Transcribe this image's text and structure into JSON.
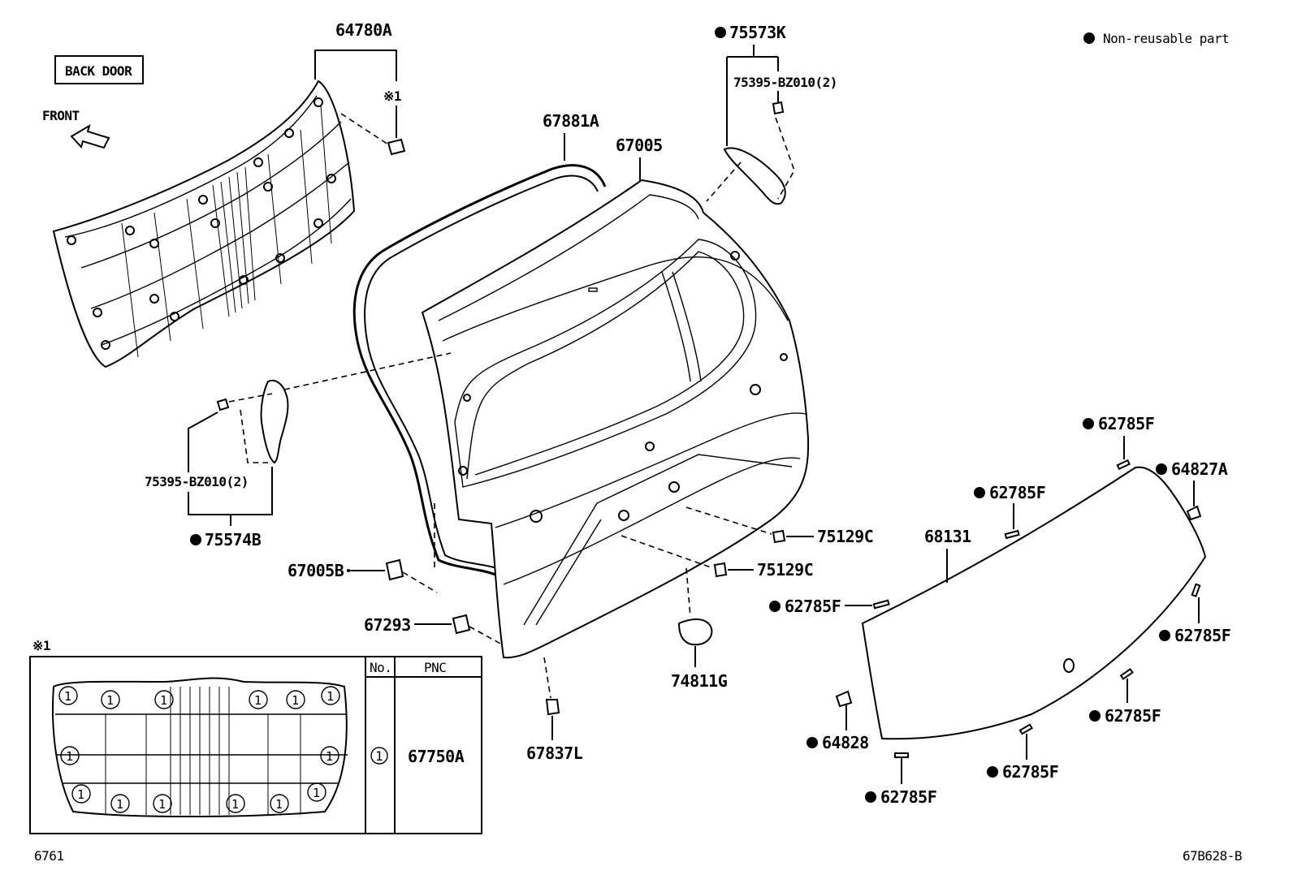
{
  "header": {
    "section_title": "BACK DOOR",
    "front_label": "FRONT",
    "legend_text": "Non-reusable part"
  },
  "callouts": {
    "c64780A": "64780A",
    "note_ref": "※1",
    "c75573K": "75573K",
    "c75395_top": "75395-BZ010(2)",
    "c67881A": "67881A",
    "c67005": "67005",
    "c75395_left": "75395-BZ010(2)",
    "c75574B": "75574B",
    "c67005B": "67005B",
    "c67293": "67293",
    "c67837L": "67837L",
    "c74811G": "74811G",
    "c75129C_a": "75129C",
    "c75129C_b": "75129C",
    "c68131": "68131",
    "c62785F_1": "62785F",
    "c64827A": "64827A",
    "c62785F_2": "62785F",
    "c62785F_3": "62785F",
    "c62785F_4": "62785F",
    "c62785F_5": "62785F",
    "c62785F_6": "62785F",
    "c62785F_7": "62785F",
    "c64828": "64828"
  },
  "inset": {
    "ref_mark": "※1",
    "col_no": "No.",
    "col_pnc": "PNC",
    "row_no": "1",
    "row_pnc": "67750A",
    "circle_mark": "1"
  },
  "footer": {
    "left_code": "6761",
    "right_code": "67B628-B"
  }
}
